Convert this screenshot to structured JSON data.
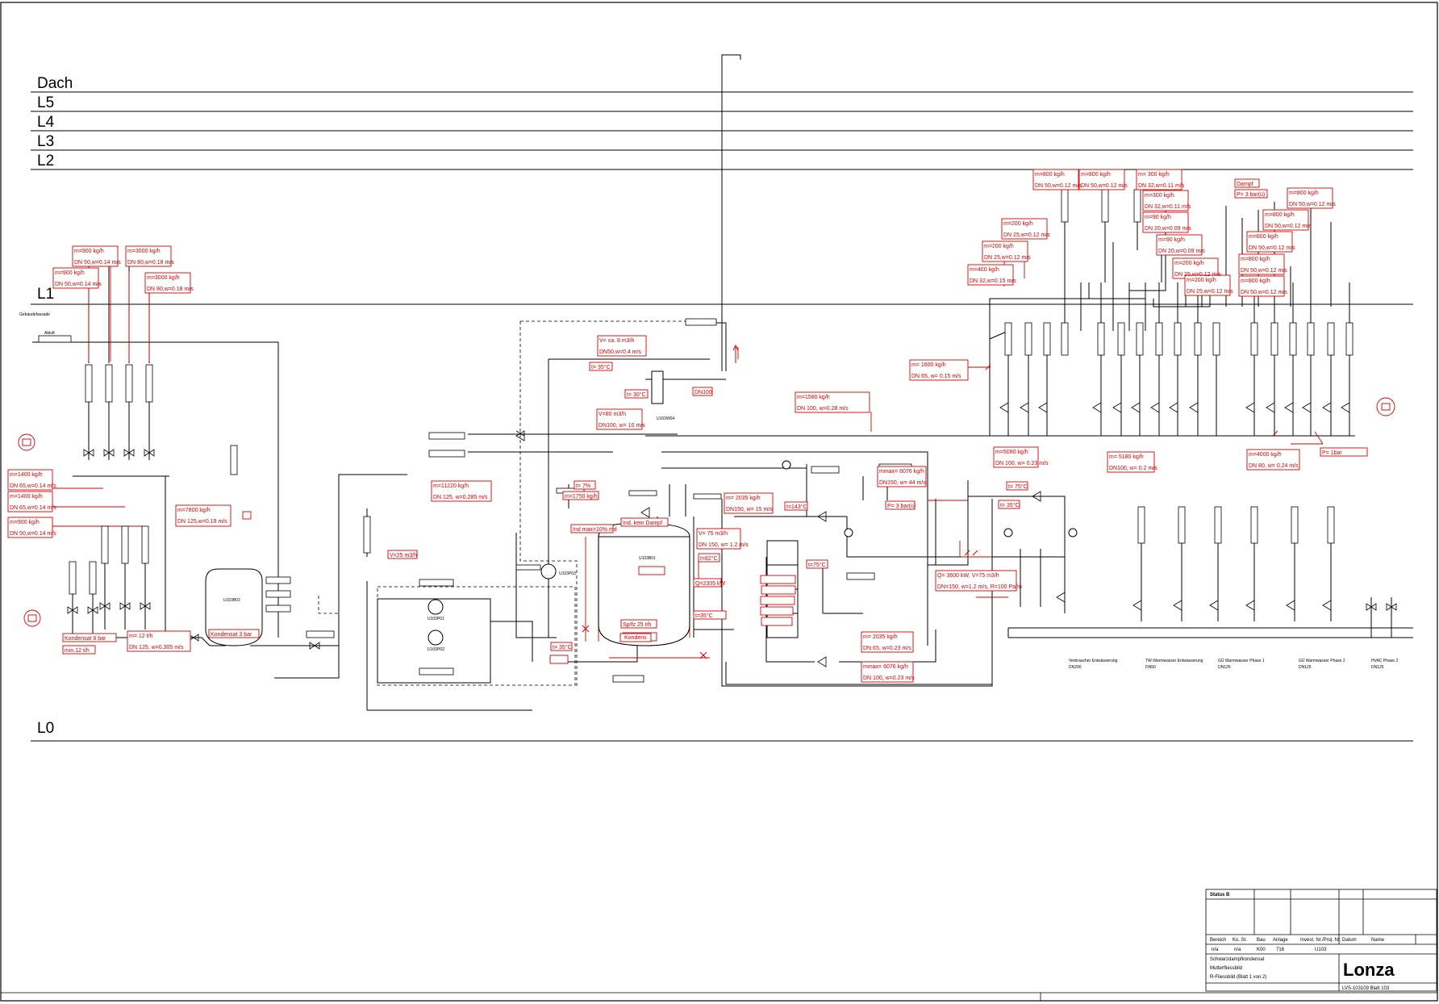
{
  "levels": [
    "Dach",
    "L5",
    "L4",
    "L3",
    "L2",
    "L1",
    "L0"
  ],
  "facade_label": "Gebäudefassade",
  "exhaust_label": "Abluft",
  "annotations": {
    "a01": "m=900 kg/h",
    "a02": "DN 50,w=0.14 m/s",
    "a03": "m=3000 kg/h",
    "a04": "DN 80,w=0.18 m/s",
    "a05": "m=900 kg/h",
    "a06": "DN 50,w=0.14 m/s",
    "a07": "m=3000 kg/h",
    "a08": "DN 80,w=0.18 m/s",
    "a09": "m=1400 kg/h",
    "a10": "DN 65,w=0.14 m/s",
    "a11": "m=1400 kg/h",
    "a12": "DN 65,w=0.14 m/s",
    "a13": "m=900 kg/h",
    "a14": "DN 50,w=0.14 m/s",
    "a15": "m=7800 kg/h",
    "a16": "DN 125,w=0.19 m/s",
    "a17": "m= 12 t/h",
    "a18": "DN 125, w=0.305 m/s",
    "a19": "Kondensat 3 bar",
    "a20": "Kondensat 8 bar",
    "a21": "min.12 t/h",
    "a22": "V= ca. 8 m3/h",
    "a23": "DN50,w=0.4 m/s",
    "a24": "t= 35°C",
    "a25": "t= 30°C",
    "a26": "DN100",
    "a27": "V=80 m3/h",
    "a28": "DN100, w= 10 m/s",
    "a29": "m=11220 kg/h",
    "a30": "DN 125, w=0.285 m/s",
    "a31": "t= 7%",
    "a32": "m=1750 kg/h",
    "a33": "Ind max=10% md",
    "a34": "Ind. kein Dampf",
    "a35": "V=25 m3/h",
    "a36": "m=1580 kg/h",
    "a37": "DN 100, w=0.28 m/s",
    "a38": "m= 2035 kg/h",
    "a39": "DN150, w= 15 m/s",
    "a40": "t=143°C",
    "a41": "mmax= 6076 kg/h",
    "a42": "DN150, w= 44 m/s",
    "a43": "P= 3 bar(ü)",
    "a44": "t=75°C",
    "a45": "V= 75 m3/h",
    "a46": "DN 150, w= 1.2 m/s",
    "a47": "t=82°C",
    "a48": "Q=2305 kW",
    "a49": "t=35°C",
    "a50": "Sp/fz 25 t/h",
    "a51": "Kondens",
    "a52": "t= 35°C",
    "a53": "m= 2035 kg/h",
    "a54": "DN 65, w=0.23 m/s",
    "a55": "mmax= 6076 kg/h",
    "a56": "DN 100, w=0.23 m/s",
    "a57": "Q= 3600 kW, V=75 m3/h",
    "a58": "DN=150, w=1.2 m/s, R=100 Pa/m",
    "a59": "t= 75°C",
    "a60": "t= 35°C",
    "a61": "m= 1600 kg/h",
    "a62": "DN 65, w= 0.15 m/s",
    "a63": "m=5080 kg/h",
    "a64": "DN 100, w= 0.23 m/s",
    "a65": "m= 5180 kg/h",
    "a66": "DN100, w= 0.2 m/s",
    "a67": "m=4000 kg/h",
    "a68": "DN 80, w= 0.24 m/s",
    "a69": "P= 1bar",
    "a70": "m=800 kg/h",
    "a71": "DN 50,w=0.12 m/s",
    "a72": "m=800 kg/h",
    "a73": "DN 50,w=0.12 m/s",
    "a74": "m= 300 kg/h",
    "a75": "DN 32,w=0.11 m/s",
    "a76": "m=300 kg/h",
    "a77": "DN 32,w=0.11 m/s",
    "a78": "m=200 kg/h",
    "a79": "DN 25,w=0.12 m/s",
    "a80": "m=200 kg/h",
    "a81": "DN 25,w=0.12 m/s",
    "a82": "m=400 kg/h",
    "a83": "DN 32,w=0.15 m/s",
    "a84": "m=90 kg/h",
    "a85": "DN 20,w=0.09 m/s",
    "a86": "m=90 kg/h",
    "a87": "DN 20,w=0.09 m/s",
    "a88": "m=200 kg/h",
    "a89": "DN 25,w=0.12 m/s",
    "a90": "m=200 kg/h",
    "a91": "DN 25,w=0.12 m/s",
    "a92": "Dampf",
    "a93": "P= 3 bar(ü)",
    "a94": "m=800 kg/h",
    "a95": "DN 50,w=0.12 m/s",
    "a96": "m=800 kg/h",
    "a97": "DN 50,w=0.12 m/s",
    "a98": "m=800 kg/h",
    "a99": "DN 50,w=0.12 m/s",
    "b01": "m=800 kg/h",
    "b02": "DN 50,w=0.12 m/s",
    "b03": "m=800 kg/h",
    "b04": "DN 50,w=0.12 m/s"
  },
  "equipment": {
    "tank": "U103B02",
    "reactor": "U103B01",
    "hx": "U103W04",
    "pump1": "U103P01",
    "pump2": "U103P02",
    "pump3": "U103P03"
  },
  "consumers": [
    {
      "name": "Verbraucher Entwässerung",
      "spec": "DN200"
    },
    {
      "name": "TW-Warmwasser Entwässerung",
      "spec": "DN50"
    },
    {
      "name": "GÜ Warmwasser Phase 1",
      "spec": "DN125"
    },
    {
      "name": "GÜ Warmwasser Phase 2",
      "spec": "DN125"
    },
    {
      "name": "HVAC Phase 2",
      "spec": "DN125"
    }
  ],
  "title_block": {
    "status": "Status B",
    "rows": [
      "Bereich",
      "Ko. St.",
      "Bau",
      "Anlage",
      "Invest. Nr./Proj. Nr.",
      "Datum",
      "Name"
    ],
    "values": [
      "n/a",
      "n/a",
      "K00",
      "716",
      "U103"
    ],
    "title1": "Schwarzdampfkondensat",
    "title2": "Mutterfliessbild",
    "title3": "R-Fliessbild (Blatt 1 von 2)",
    "company": "Lonza",
    "doc_no": "LVS-103109 Blatt 103"
  }
}
